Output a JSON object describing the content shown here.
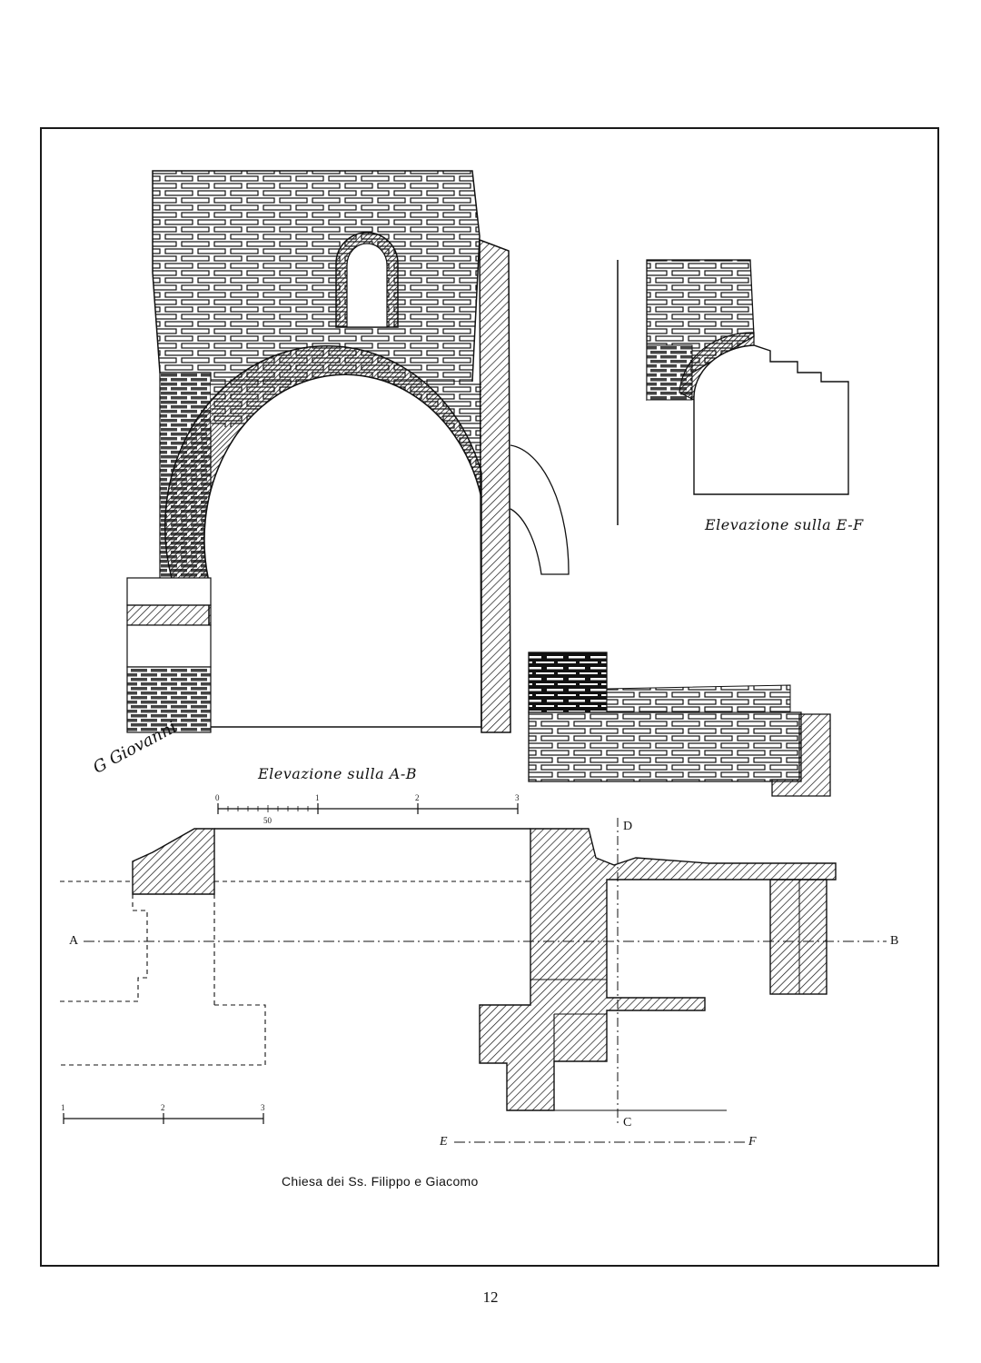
{
  "labels": {
    "elevation_ab": "Elevazione sulla A-B",
    "elevation_ef": "Elevazione sulla E-F",
    "signature": "G Giovanni"
  },
  "section_markers": {
    "a": "A",
    "b": "B",
    "c": "C",
    "d": "D",
    "e": "E",
    "f": "F"
  },
  "scale_top": {
    "ticks": [
      "0",
      "1",
      "2",
      "3"
    ],
    "sub": "50"
  },
  "scale_bottom": {
    "ticks": [
      "1",
      "2",
      "3"
    ]
  },
  "caption": "Chiesa dei Ss. Filippo e Giacomo",
  "page_number": "12",
  "colors": {
    "ink": "#111111",
    "paper": "#ffffff"
  }
}
